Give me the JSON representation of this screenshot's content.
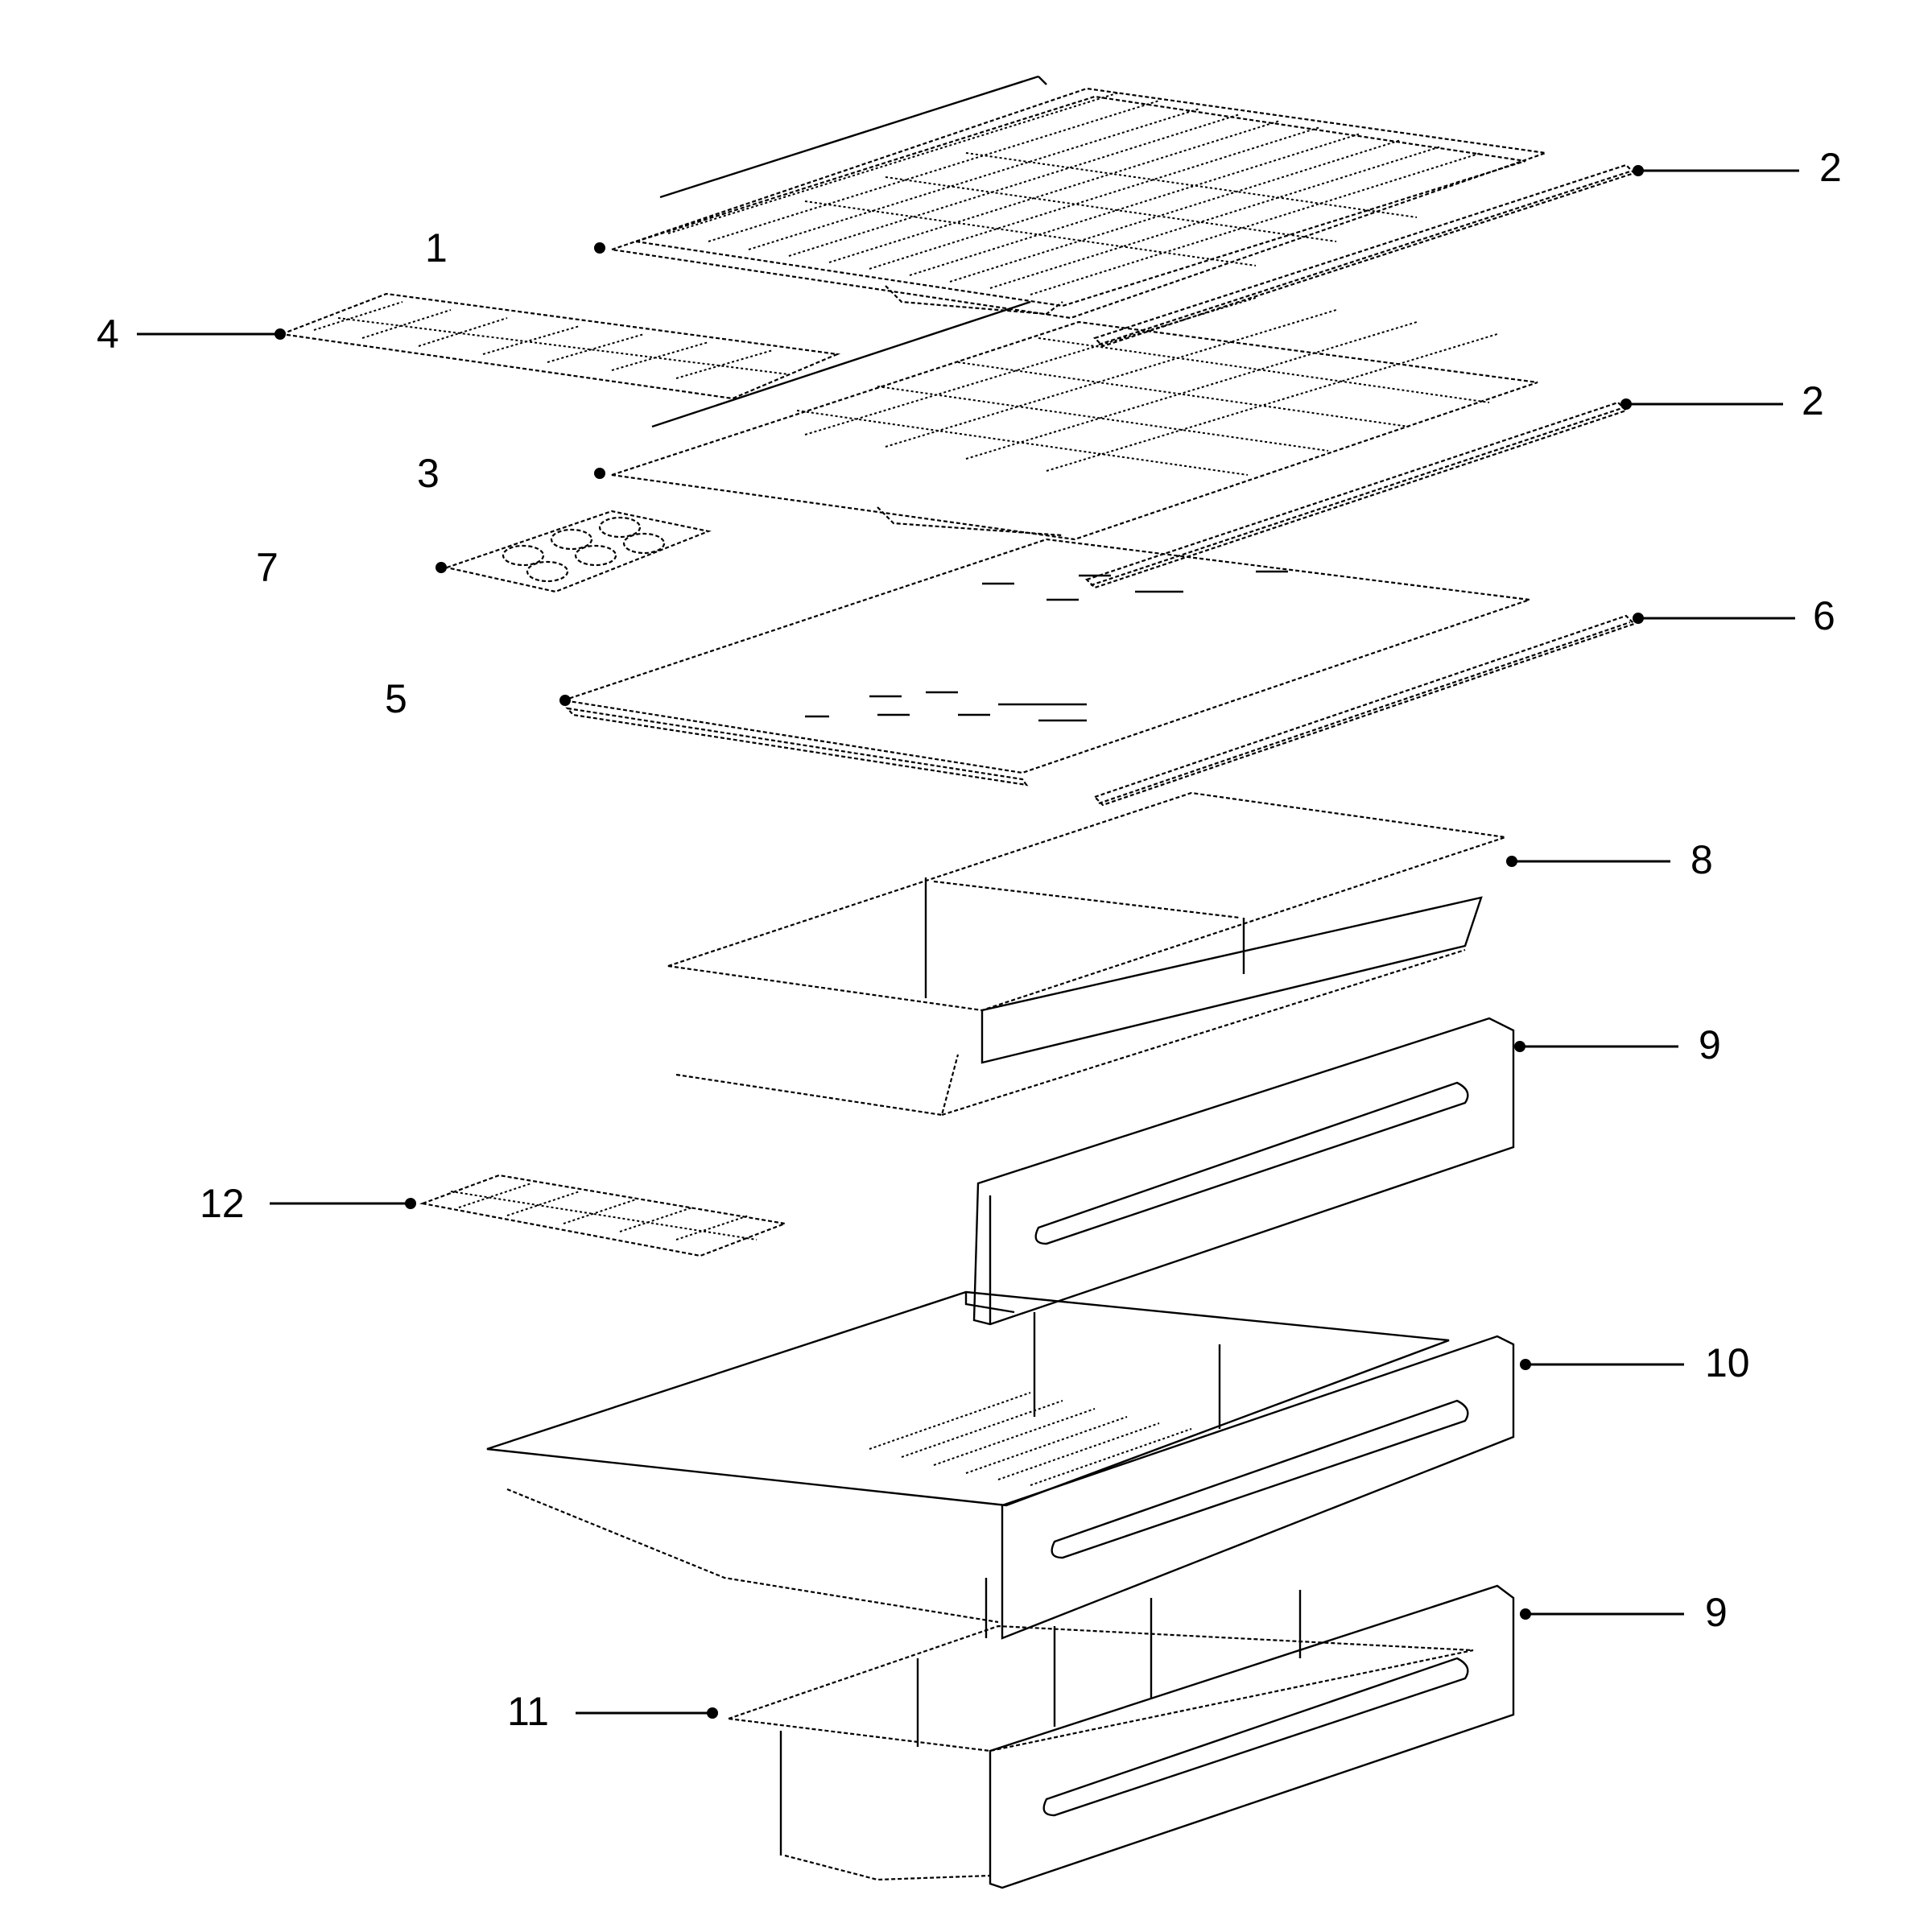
{
  "callouts": [
    {
      "id": "c1",
      "number": "1"
    },
    {
      "id": "c2a",
      "number": "2"
    },
    {
      "id": "c2b",
      "number": "2"
    },
    {
      "id": "c3",
      "number": "3"
    },
    {
      "id": "c4",
      "number": "4"
    },
    {
      "id": "c5",
      "number": "5"
    },
    {
      "id": "c6",
      "number": "6"
    },
    {
      "id": "c7",
      "number": "7"
    },
    {
      "id": "c8",
      "number": "8"
    },
    {
      "id": "c9a",
      "number": "9"
    },
    {
      "id": "c10",
      "number": "10"
    },
    {
      "id": "c9b",
      "number": "9"
    },
    {
      "id": "c11",
      "number": "11"
    },
    {
      "id": "c12",
      "number": "12"
    }
  ]
}
